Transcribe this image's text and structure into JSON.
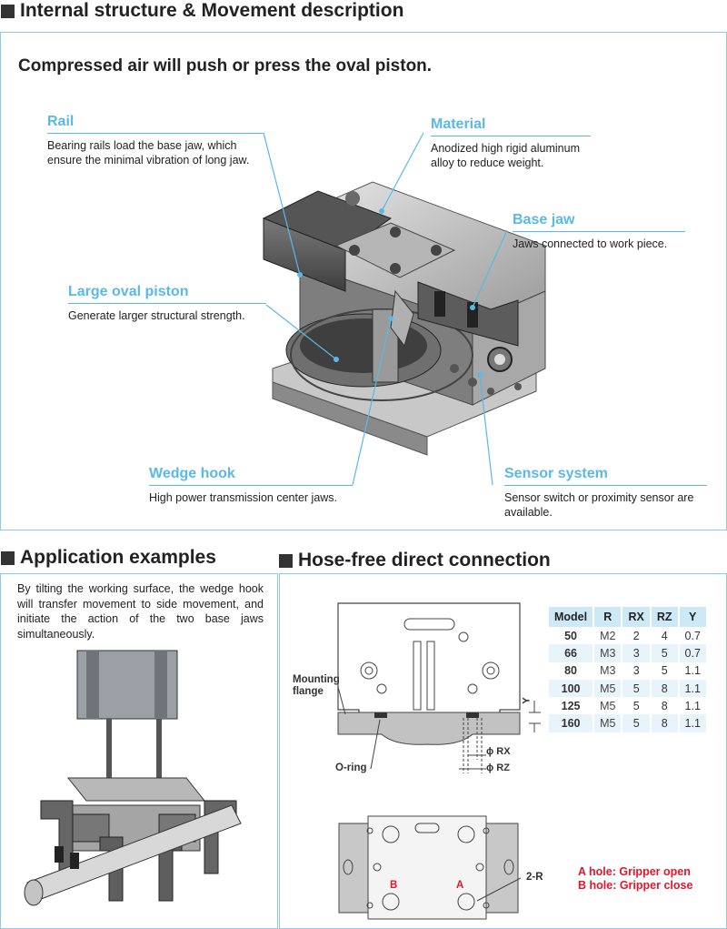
{
  "sections": {
    "internal": "Internal structure & Movement description",
    "application": "Application examples",
    "hose": "Hose-free direct connection"
  },
  "headline": "Compressed air will push or press the oval piston.",
  "callouts": {
    "rail": {
      "title": "Rail",
      "desc": "Bearing rails load the base jaw, which ensure the minimal vibration of long jaw."
    },
    "material": {
      "title": "Material",
      "desc": "Anodized high rigid aluminum alloy to reduce weight."
    },
    "base_jaw": {
      "title": "Base jaw",
      "desc": "Jaws connected to work piece."
    },
    "piston": {
      "title": "Large oval piston",
      "desc": "Generate larger structural strength."
    },
    "wedge": {
      "title": "Wedge hook",
      "desc": "High power transmission center jaws."
    },
    "sensor": {
      "title": "Sensor system",
      "desc": "Sensor switch or proximity sensor are available."
    }
  },
  "application_text": "By tilting the working surface, the wedge hook will transfer movement to side movement, and initiate the action of the two base jaws simultaneously.",
  "diagram_labels": {
    "mounting": "Mounting flange",
    "oring": "O-ring",
    "rx": "ϕ RX",
    "rz": "ϕ RZ",
    "y": "Y",
    "two_r": "2-R",
    "b": "B",
    "a": "A"
  },
  "table": {
    "headers": [
      "Model",
      "R",
      "RX",
      "RZ",
      "Y"
    ],
    "rows": [
      [
        "50",
        "M2",
        "2",
        "4",
        "0.7"
      ],
      [
        "66",
        "M3",
        "3",
        "5",
        "0.7"
      ],
      [
        "80",
        "M3",
        "3",
        "5",
        "1.1"
      ],
      [
        "100",
        "M5",
        "5",
        "8",
        "1.1"
      ],
      [
        "125",
        "M5",
        "5",
        "8",
        "1.1"
      ],
      [
        "160",
        "M5",
        "5",
        "8",
        "1.1"
      ]
    ]
  },
  "hole_notes": {
    "a": "A hole: Gripper open",
    "b": "B hole: Gripper close"
  },
  "colors": {
    "accent": "#5ab9e6",
    "border": "#8fc9e6",
    "red": "#e0182a",
    "table_header": "#cde8f6"
  }
}
